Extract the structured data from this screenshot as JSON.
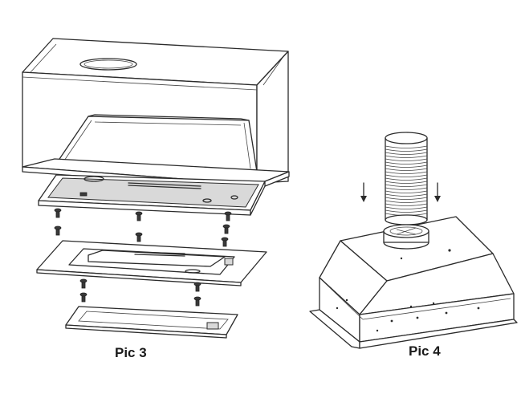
{
  "figures": [
    {
      "id": "pic3",
      "caption": "Pic 3"
    },
    {
      "id": "pic4",
      "caption": "Pic 4"
    }
  ],
  "colors": {
    "line": "#2b2b2b",
    "background": "#ffffff",
    "shade": "#d9d9d9"
  }
}
